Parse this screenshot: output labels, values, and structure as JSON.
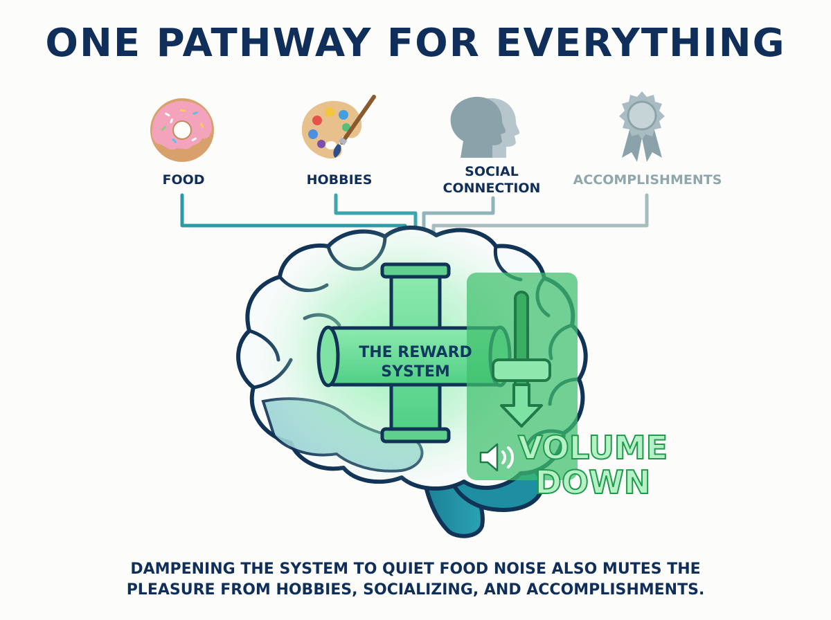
{
  "title": "ONE PATHWAY FOR EVERYTHING",
  "categories": [
    {
      "label": "FOOD",
      "icon": "donut-icon"
    },
    {
      "label": "HOBBIES",
      "icon": "palette-icon"
    },
    {
      "label_line1": "SOCIAL",
      "label_line2": "CONNECTION",
      "icon": "heads-icon"
    },
    {
      "label": "ACCOMPLISHMENTS",
      "icon": "award-ribbon-icon"
    }
  ],
  "center": {
    "line1": "THE REWARD",
    "line2": "SYSTEM"
  },
  "volume": {
    "line1": "VOLUME",
    "line2": "DOWN",
    "icon": "speaker-icon"
  },
  "caption": {
    "line1": "DAMPENING THE SYSTEM TO QUIET FOOD NOISE ALSO MUTES THE",
    "line2": "PLEASURE FROM HOBBIES, SOCIALIZING, AND ACCOMPLISHMENTS."
  },
  "colors": {
    "navy": "#0f2f5a",
    "teal": "#1f8fa0",
    "muted_teal": "#8fa6ab",
    "glow_green": "#5fe08a",
    "volume_green": "#2aa356"
  }
}
